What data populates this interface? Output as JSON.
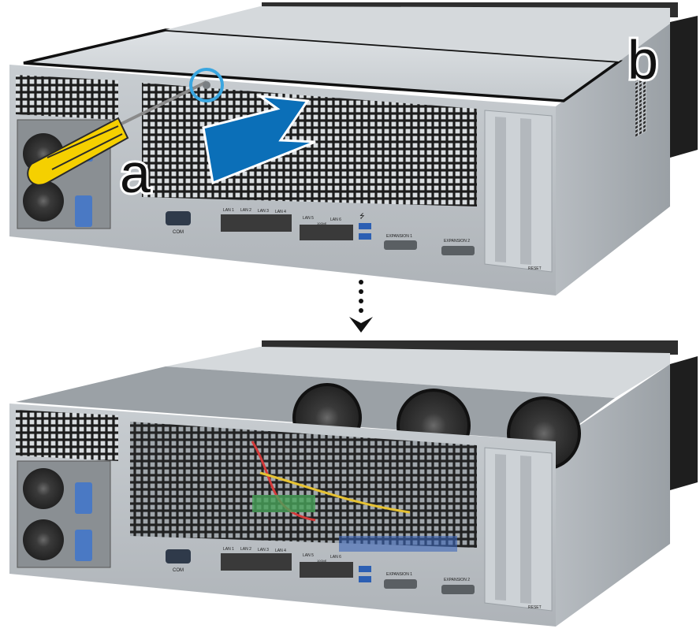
{
  "callouts": {
    "a": "a",
    "b": "b"
  },
  "ports": {
    "com": "COM",
    "lan": [
      "LAN 1",
      "LAN 2",
      "LAN 3",
      "LAN 4",
      "LAN 5",
      "LAN 6"
    ],
    "lan_group": "10GbE",
    "expansion": [
      "EXPANSION 1",
      "EXPANSION 2"
    ],
    "reset": "RESET"
  },
  "colors": {
    "arrow_blue": "#0b6fb8",
    "highlight_ring": "#3aa6e0",
    "screwdriver_yellow": "#f5d000",
    "chassis": "#c9ced3",
    "psu_handle_blue": "#4a79c4"
  },
  "icons": [
    "screwdriver-icon",
    "direction-arrow-icon",
    "dotted-down-arrow-icon",
    "usb-icon"
  ]
}
